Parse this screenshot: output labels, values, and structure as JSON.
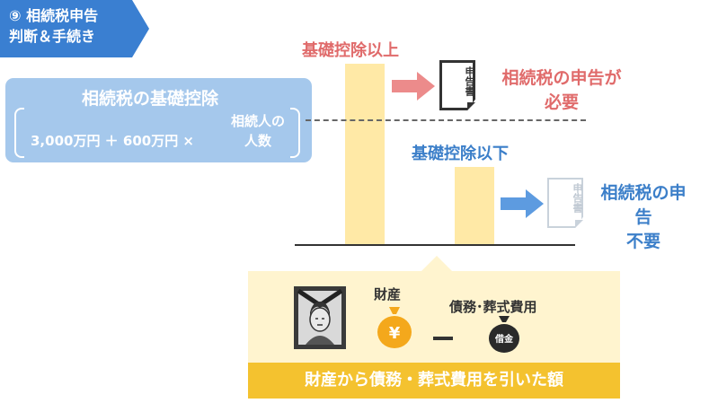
{
  "tag": {
    "line1": "⑨ 相続税申告",
    "line2": "判断＆手続き"
  },
  "basic_deduction": {
    "title": "相続税の基礎控除",
    "formula": "3,000万円 ＋ 600万円 ×",
    "heirs_line1": "相続人の",
    "heirs_line2": "人数"
  },
  "threshold": {
    "above_label": "基礎控除以上",
    "below_label": "基礎控除以下"
  },
  "document_text": "申告書",
  "result_required": {
    "line1": "相続税の申告が",
    "line2": "必要"
  },
  "result_not_required": {
    "line1": "相続税の申告",
    "line2": "不要"
  },
  "estate": {
    "asset_label": "財産",
    "yen_symbol": "¥",
    "debt_label": "債務･葬式費用",
    "debt_bag_text": "借金",
    "banner": "財産から債務・葬式費用を引いた額"
  },
  "colors": {
    "tag_blue": "#3a7fd1",
    "box_blue": "#a5c8ec",
    "required_red": "#e06b6b",
    "not_required_blue": "#3c7fc9",
    "bar_yellow": "#ffe9a6",
    "banner_yellow": "#f4c22f"
  }
}
